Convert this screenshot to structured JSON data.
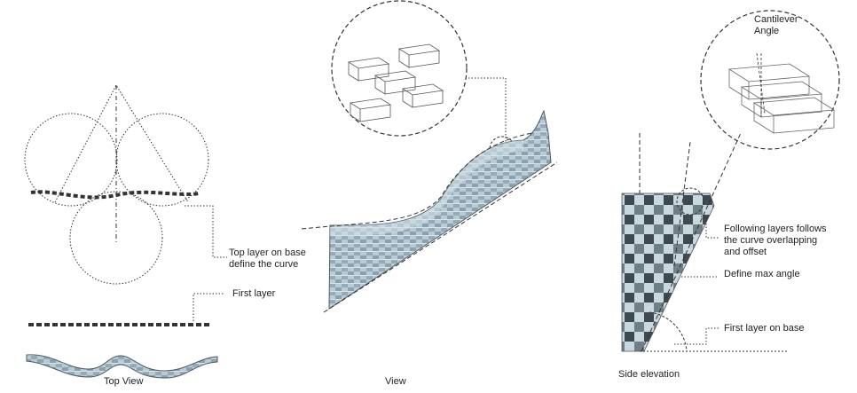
{
  "captions": {
    "top_view": "Top View",
    "view": "View",
    "side_elevation": "Side elevation"
  },
  "labels": {
    "top_layer_line1": "Top layer on base",
    "top_layer_line2": "define the curve",
    "first_layer": "First layer",
    "cantilever_line1": "Cantilever",
    "cantilever_line2": "Angle",
    "following_line1": "Following layers follows",
    "following_line2": "the curve overlapping",
    "following_line3": "and offset",
    "define_max_angle": "Define max angle",
    "first_layer_on_base": "First layer on base"
  },
  "colors": {
    "brick_light": "#b9ccd6",
    "brick_mid": "#8fa7b4",
    "brick_dark": "#3f4a50",
    "line": "#333333"
  }
}
